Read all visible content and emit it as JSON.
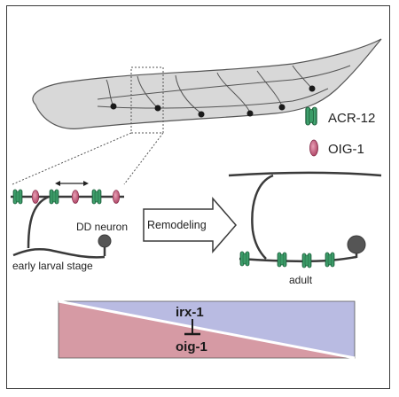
{
  "legend": {
    "receptor_label": "ACR-12",
    "receptor_icon": "acr-12-receptor-icon",
    "protein_label": "OIG-1",
    "protein_icon": "oig-1-protein-icon"
  },
  "labels": {
    "dd_neuron": "DD neuron",
    "early_stage": "early larval stage",
    "remodeling": "Remodeling",
    "adult": "adult"
  },
  "gradient": {
    "top_gene": "irx-1",
    "bottom_gene": "oig-1",
    "top_color": "#b9bbe2",
    "bottom_color": "#d69aa4"
  },
  "colors": {
    "receptor": "#2e8b57",
    "receptor_dark": "#1f5f3b",
    "oig": "#c25a78",
    "worm": "#d9d9d9",
    "line": "#3a3a3a"
  }
}
